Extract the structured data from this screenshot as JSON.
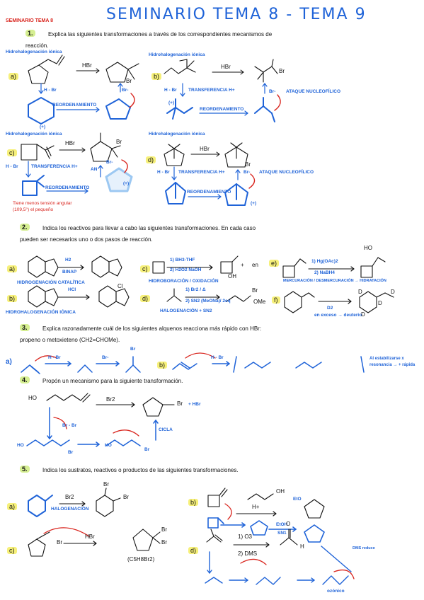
{
  "header": {
    "title": "SEMINARIO TEMA 8 - TEMA 9",
    "subtitle": "SEMINARIO TEMA 8"
  },
  "q1": {
    "num": "1.",
    "text_line1": "Explica las siguientes transformaciones a través de los correspondientes mecanismos de",
    "text_line2": "reacción.",
    "a": {
      "label": "a)",
      "heading": "Hidrohalogenación iónica",
      "reagent": "HBr",
      "product_br": "Br",
      "step": "H - Br",
      "note": "REORDENAMIENTO",
      "br_minus": "Br-",
      "charge": "(+)"
    },
    "b": {
      "label": "b)",
      "heading": "Hidrohalogenación iónica",
      "reagent": "HBr",
      "product_br": "Br",
      "step": "H - Br",
      "note_transfer": "TRANSFERENCIA H+",
      "note": "REORDENAMIENTO",
      "br_minus": "Br-",
      "attack": "ATAQUE NUCLEOFÍLICO",
      "charge": "(+)"
    },
    "c": {
      "label": "c)",
      "heading": "Hidrohalogenación iónica",
      "reagent": "HBr",
      "product_br": "Br",
      "step": "H - Br",
      "note_transfer": "TRANSFERENCIA H+",
      "note": "REORDENAMIENTO",
      "an": "AN",
      "br_minus": "Br-",
      "tension1": "Tiene menos tensión angular",
      "tension2": "(109,5°) el pequeño",
      "charge": "(+)"
    },
    "d": {
      "label": "d)",
      "heading": "Hidrohalogenación iónica",
      "reagent": "HBr",
      "product_br": "Br",
      "step": "H - Br",
      "note_transfer": "TRANSFERENCIA H+",
      "note": "REORDENAMIENTO",
      "br_minus": "Br-",
      "attack": "ATAQUE NUCLEOFÍLICO",
      "charge": "(+)"
    }
  },
  "q2": {
    "num": "2.",
    "text_line1": "Indica los reactivos para llevar a cabo las siguientes transformaciones. En cada caso",
    "text_line2": "pueden ser necesarios uno o dos pasos de reacción.",
    "a": {
      "label": "a)",
      "r1": "H2",
      "r2": "BINAP",
      "note": "HIDROGENACIÓN CATALÍTICA"
    },
    "b": {
      "label": "b)",
      "r1": "HCl",
      "product": "Cl",
      "note": "HIDROHALOGENACIÓN IÓNICA"
    },
    "c": {
      "label": "c)",
      "r1": "1) BH3-THF",
      "r2": "2) H2O2 NaOH",
      "product": "OH",
      "plus": "+",
      "en": "en",
      "note": "HIDROBORACIÓN / OXIDACIÓN"
    },
    "d": {
      "label": "d)",
      "r1": "1) Br2 / Δ",
      "r2": "2) SN2 (MeONa)/ 2eq",
      "product_br": "Br",
      "product_ome": "OMe",
      "note": "HALOGENACIÓN + SN2"
    },
    "e": {
      "label": "e)",
      "r1": "1) Hg(OAc)2",
      "r2": "2) NaBH4",
      "product": "HO",
      "note": "MERCURACIÓN / DESMERCURACIÓN → HIDRATACIÓN"
    },
    "f": {
      "label": "f)",
      "r1": "D2",
      "r2": "en exceso → deuterio",
      "d": "D"
    }
  },
  "q3": {
    "num": "3.",
    "text_line1": "Explica razonadamente cuál de los siguientes alquenos reacciona más rápido con HBr:",
    "text_line2": "propeno o metoxieteno (CH2=CHOMe).",
    "a": {
      "label": "a)",
      "step": "H - Br",
      "br_minus": "Br-",
      "product": "Br"
    },
    "b": {
      "label": "b)",
      "step": "H - Br",
      "note1": "Al estabilizarse x",
      "note2": "resonancia → + rápida"
    }
  },
  "q4": {
    "num": "4.",
    "text": "Propón un mecanismo para la siguiente transformación.",
    "reactant": "HO",
    "reagent": "Br2",
    "product_br": "Br",
    "byproduct": "+ HBr",
    "step": "Br - Br",
    "cicla": "CICLA",
    "ho": "HO",
    "br": "Br"
  },
  "q5": {
    "num": "5.",
    "text": "Indica los sustratos, reactivos o productos de las siguientes transformaciones.",
    "a": {
      "label": "a)",
      "reagent": "Br2",
      "note": "HALOGENACIÓN",
      "br1": "Br",
      "br2": "Br"
    },
    "b": {
      "label": "b)",
      "reagent": "H+",
      "product_oh": "OH",
      "eto": "EtO",
      "etoh": "EtOH",
      "sn1": "SN1"
    },
    "c": {
      "label": "c)",
      "reagent": "HBr",
      "br": "Br",
      "formula": "(C5H8Br2)",
      "br1": "Br",
      "br2": "Br"
    },
    "d": {
      "label": "d)",
      "r1": "1) O3",
      "r2": "2) DMS",
      "o": "O",
      "h": "H",
      "note": "DMS reduce",
      "ozonide": "ozónico"
    }
  }
}
